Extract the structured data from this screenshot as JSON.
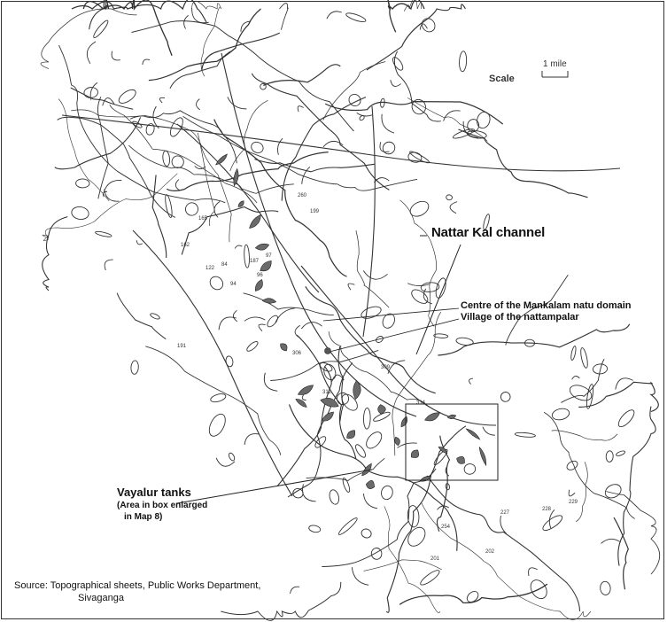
{
  "map": {
    "scale_label": "Scale",
    "scale_bar_label": "1 mile",
    "channel_label": "Nattar Kal channel",
    "centre_label_line1": "Centre of the Mankalam natu domain",
    "centre_label_line2": "Village of the nattampalar",
    "vayalur_line1": "Vayalur tanks",
    "vayalur_line2": "(Area in box enlarged",
    "vayalur_line3": "in Map 8)",
    "source_line1": "Source: Topographical sheets, Public Works Department,",
    "source_line2": "Sivaganga",
    "tank_numbers": [
      "309",
      "312",
      "314",
      "306",
      "227",
      "228",
      "229",
      "254",
      "201",
      "202",
      "191",
      "187",
      "165",
      "162",
      "97",
      "96",
      "94",
      "84",
      "122",
      "260",
      "199"
    ]
  },
  "colors": {
    "ink": "#111111",
    "line": "#333333",
    "tank_fill": "#6a6a6a",
    "frame": "#333333"
  }
}
